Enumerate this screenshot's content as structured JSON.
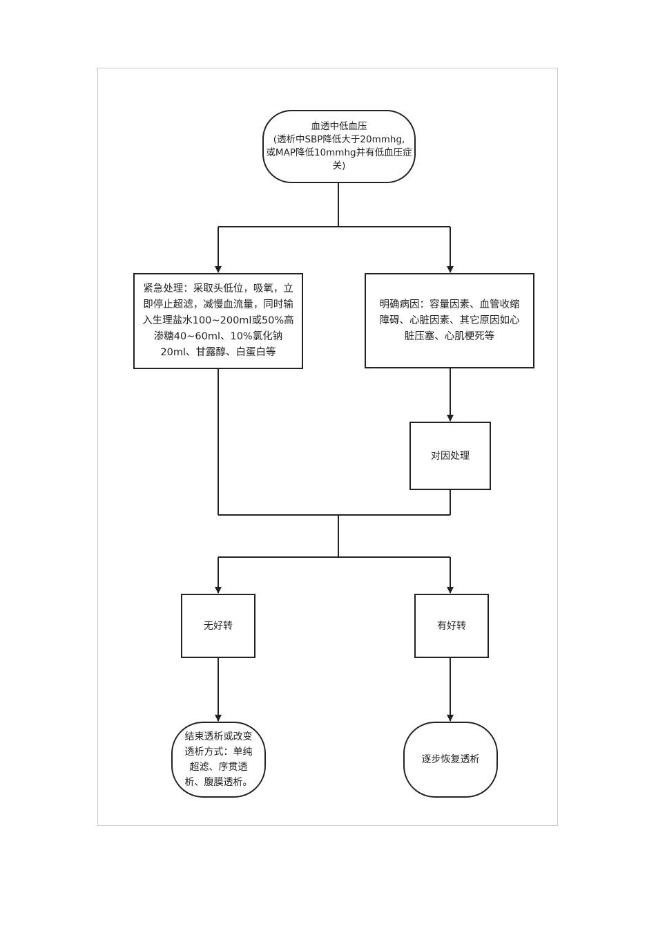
{
  "diagram": {
    "start": {
      "line1": "血透中低血压",
      "line2": "(透析中SBP降低大于20mmhg,",
      "line3": "或MAP降低10mmhg并有低血压症",
      "line4": "关)"
    },
    "emergency": {
      "text": "紧急处理：采取头低位，吸氧，立即停止超滤，减慢血流量，同时输入生理盐水100~200ml或50%高渗糖40~60ml、10%氯化钠20ml、甘露醇、白蛋白等"
    },
    "cause": {
      "text": "明确病因：容量因素、血管收缩障碍、心脏因素、其它原因如心脏压塞、心肌梗死等"
    },
    "treat_cause": {
      "text": "对因处理"
    },
    "no_improve": {
      "text": "无好转"
    },
    "improve": {
      "text": "有好转"
    },
    "end_left": {
      "text": "结束透析或改变透析方式：单纯超滤、序贯透析、腹膜透析。"
    },
    "end_right": {
      "text": "逐步恢复透析"
    }
  }
}
